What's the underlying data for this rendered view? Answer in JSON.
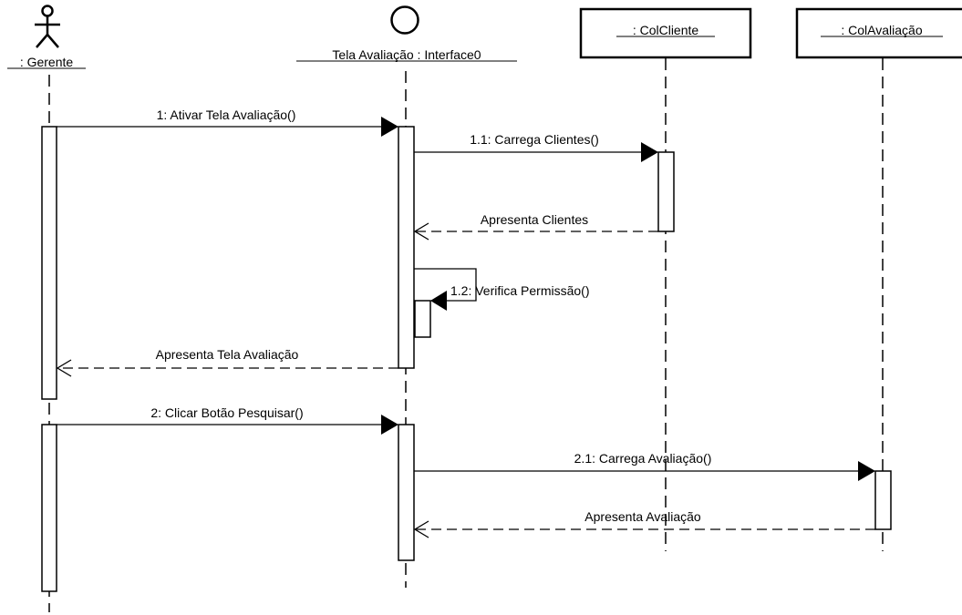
{
  "participants": {
    "gerente": {
      "label": ": Gerente",
      "kind": "actor"
    },
    "tela": {
      "label": "Tela Avaliação : Interface0",
      "kind": "boundary"
    },
    "colcliente": {
      "label": ": ColCliente",
      "kind": "object"
    },
    "colavaliacao": {
      "label": ": ColAvaliação",
      "kind": "object"
    }
  },
  "messages": {
    "m1": "1: Ativar Tela Avaliação()",
    "m1_1": "1.1: Carrega Clientes()",
    "r1_1": "Apresenta Clientes",
    "m1_2": "1.2: Verifica Permissão()",
    "r1": "Apresenta Tela Avaliação",
    "m2": "2: Clicar Botão Pesquisar()",
    "m2_1": "2.1: Carrega Avaliação()",
    "r2_1": "Apresenta Avaliação"
  }
}
